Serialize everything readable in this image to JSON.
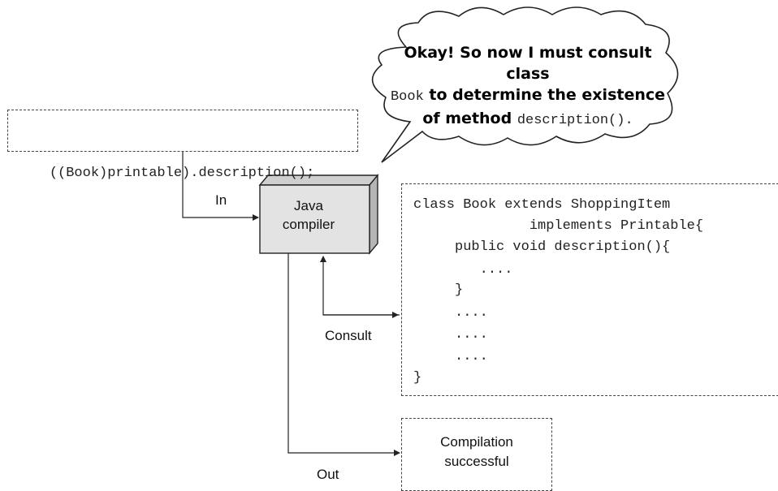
{
  "input_code": "((Book)printable).description();",
  "compiler": {
    "line1": "Java",
    "line2": "compiler"
  },
  "edges": {
    "in_label": "In",
    "consult_label": "Consult",
    "out_label": "Out"
  },
  "class_code": [
    "class Book extends ShoppingItem",
    "              implements Printable{",
    "     public void description(){",
    "        ....",
    "     }",
    "     ....",
    "     ....",
    "     ....",
    "}"
  ],
  "result": {
    "line1": "Compilation",
    "line2": "successful"
  },
  "speech": {
    "line1": "Okay! So now I must consult class",
    "line2_code": "Book",
    "line2_text": " to determine the existence",
    "line3_text": "of method ",
    "line3_code": "description()."
  }
}
